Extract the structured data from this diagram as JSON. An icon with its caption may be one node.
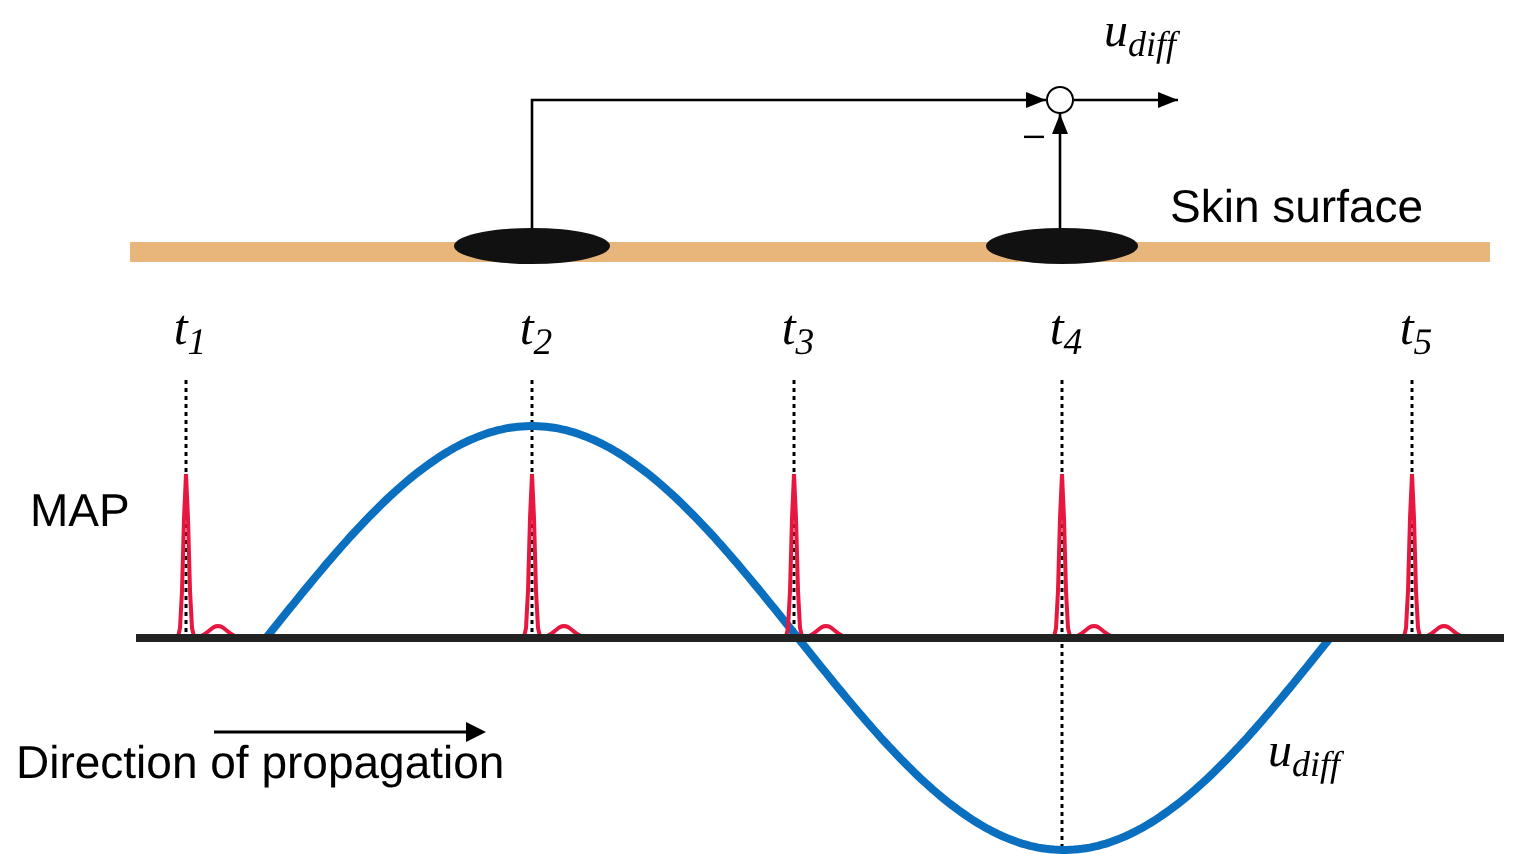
{
  "diagram": {
    "nodes": [
      {
        "text": [],
        "shape": "ellipse"
      },
      {
        "text": [],
        "shape": "ellipse"
      },
      {
        "text": [],
        "shape": "circle"
      }
    ],
    "edges": [
      {
        "from": 0,
        "to": 2,
        "arrow": "to"
      },
      {
        "from": 1,
        "to": 2,
        "arrow": "to"
      },
      {
        "from": 2,
        "to": null,
        "arrow": "to",
        "label": "u$_{diff}$"
      }
    ],
    "labels": [
      "–",
      "Skin surface",
      "t$_{1}$",
      "t$_{2}$",
      "t$_{3}$",
      "t$_{4}$",
      "t$_{5}$",
      "MAP",
      "Direction of propagation",
      "u$_{diff}$"
    ]
  }
}
